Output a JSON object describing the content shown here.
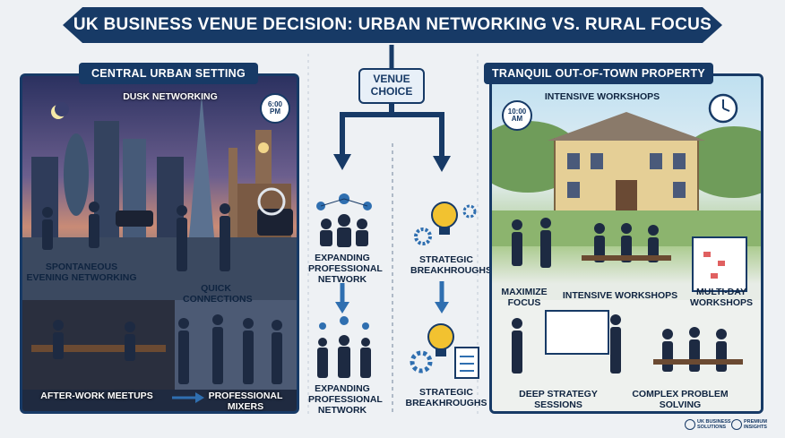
{
  "title": "UK BUSINESS VENUE DECISION: URBAN NETWORKING VS. RURAL FOCUS",
  "decision": "VENUE CHOICE",
  "left": {
    "header": "CENTRAL URBAN SETTING",
    "top_label": "DUSK NETWORKING",
    "clock": "6:00 PM",
    "labels": {
      "spontaneous": "SPONTANEOUS EVENING NETWORKING",
      "quick": "QUICK CONNECTIONS",
      "after_work": "AFTER-WORK MEETUPS",
      "mixers": "PROFESSIONAL MIXERS"
    }
  },
  "center": {
    "left_top": "EXPANDING PROFESSIONAL NETWORK",
    "left_bottom": "EXPANDING PROFESSIONAL NETWORK",
    "right_top": "STRATEGIC BREAKHROUGHS",
    "right_bottom": "STRATEGIC BREAKHROUGHS"
  },
  "right": {
    "header": "TRANQUIL OUT-OF-TOWN PROPERTY",
    "top_label": "INTENSIVE WORKSHOPS",
    "clock": "10:00 AM",
    "labels": {
      "maximize": "MAXIMIZE FOCUS",
      "intensive": "INTENSIVE WORKSHOPS",
      "multi_day": "MULTI-DAY WORKSHOPS",
      "deep": "DEEP STRATEGY SESSIONS",
      "complex": "COMPLEX PROBLEM SOLVING"
    }
  },
  "footer": {
    "logo1": "UK BUSINESS SOLUTIONS",
    "logo2": "PREMIUM INSIGHTS"
  },
  "colors": {
    "navy": "#173a66",
    "accent": "#2f6fb0",
    "bulb": "#f2c230"
  }
}
